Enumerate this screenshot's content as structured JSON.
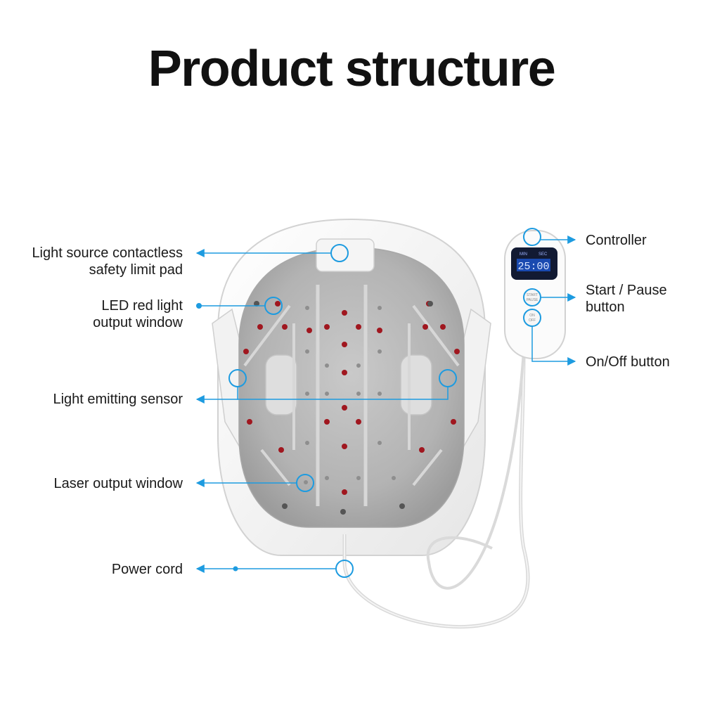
{
  "title": "Product structure",
  "accent_color": "#1d9be0",
  "labels": {
    "light_source_pad": [
      "Light source contactless",
      "safety limit pad"
    ],
    "led_window": [
      "LED red light",
      "output window"
    ],
    "light_sensor": [
      "Light emitting sensor"
    ],
    "laser_window": [
      "Laser output window"
    ],
    "power_cord": [
      "Power cord"
    ],
    "controller": [
      "Controller"
    ],
    "start_pause": [
      "Start / Pause",
      "button"
    ],
    "on_off": [
      "On/Off button"
    ]
  },
  "controller_display": {
    "time": "25:00",
    "unit_min": "MIN",
    "unit_sec": "SEC",
    "start_button": [
      "START",
      "PAUSE"
    ],
    "on_button": [
      "ON",
      "OFF"
    ]
  }
}
